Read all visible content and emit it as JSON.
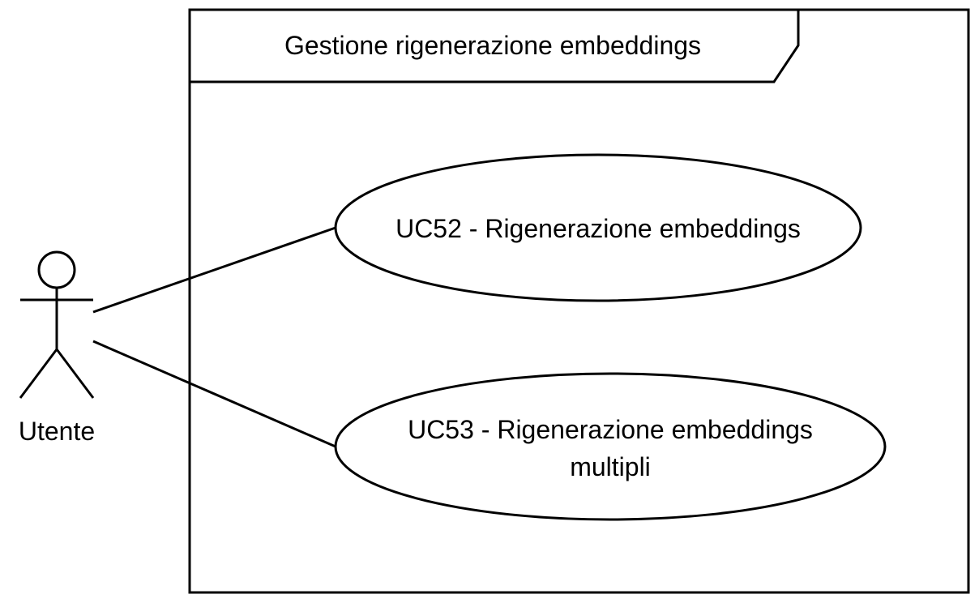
{
  "diagram": {
    "type": "uml-use-case",
    "system_boundary": {
      "title": "Gestione rigenerazione embeddings"
    },
    "actor": {
      "name": "Utente"
    },
    "use_cases": [
      {
        "id": "UC52",
        "line1": "UC52 - Rigenerazione embeddings",
        "line2": ""
      },
      {
        "id": "UC53",
        "line1": "UC53 - Rigenerazione embeddings",
        "line2": "multipli"
      }
    ],
    "associations": [
      {
        "from": "Utente",
        "to": "UC52"
      },
      {
        "from": "Utente",
        "to": "UC53"
      }
    ],
    "colors": {
      "stroke": "#000000",
      "fill": "#ffffff"
    }
  }
}
